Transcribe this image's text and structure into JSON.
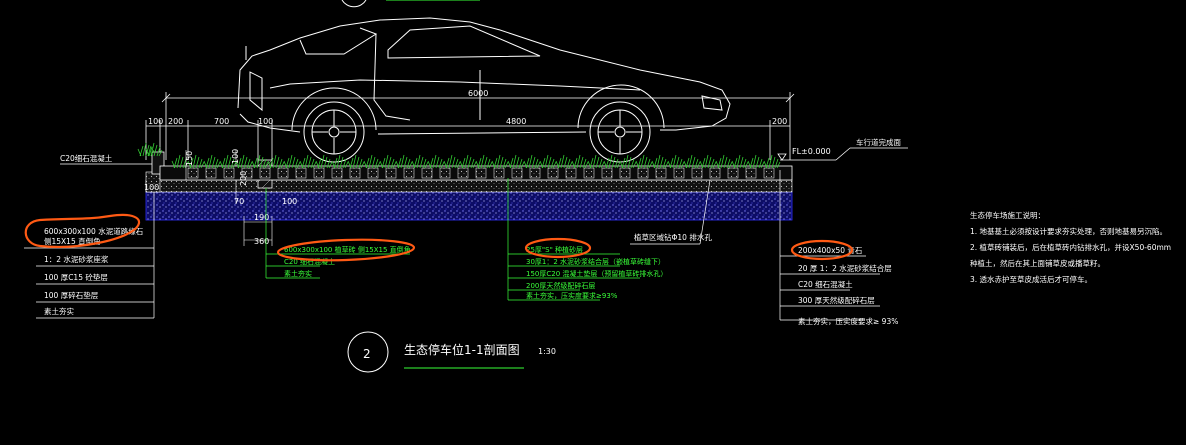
{
  "dimensions": {
    "overall": "6000",
    "d100a": "100",
    "d200a": "200",
    "d700": "700",
    "d100b": "100",
    "d4800": "4800",
    "d200b": "200",
    "v150": "150",
    "v100": "100",
    "v200": "200",
    "h100": "100",
    "h70": "70",
    "h100b": "100",
    "h190": "190",
    "h360": "360"
  },
  "level_label": "FL±0.000",
  "road_label": "车行道完成面",
  "left_top_label": "C20细石混凝土",
  "left_labels": [
    "600x300x100  水泥道路缘石\n侧15X15  直倒角",
    "1：2 水泥砂浆座浆",
    "100  厚C15  砼垫层",
    "100  厚碎石垫层",
    "素土夯实"
  ],
  "mid_left_labels": [
    "600x300x100 植草砖  侧15X15 直倒角",
    "C20 细石混凝土",
    "素土夯实"
  ],
  "mid_labels": [
    "25厚\"S\" 种植砂层",
    "30厚1：2 水泥砂浆结合层（嵌植草砖缝下）",
    "150厚C20 混凝土垫层（预留植草砖排水孔）",
    "200厚天然级配碎石层",
    "素土夯实，压实度要求≥93%"
  ],
  "drain_label": "植草区域钻Φ10 排水孔",
  "right_labels": [
    "200x400x50  青石",
    "20 厚 1：2 水泥砂浆结合层",
    "C20  细石混凝土",
    "300 厚天然级配碎石层",
    "素土夯实，压实度要求≥      93%"
  ],
  "notes": {
    "title": "生态停车场施工说明：",
    "items": [
      "1. 地基基土必须按设计要求夯实处理，否则地基易另沉陷。",
      "2. 植草砖铺装后，后在植草砖内钻排水孔，并设X50-60mm",
      "种植土，然后在其上面铺草皮或播草籽。",
      "3. 透水赤护至草皮成活后才可停车。"
    ]
  },
  "caption": {
    "number": "2",
    "title": "生态停车位1-1剖面图",
    "scale": "1:30"
  },
  "colors": {
    "background": "#000000",
    "lines": "#ffffff",
    "annotation": "#39ff39",
    "gravel": "#1a1acc",
    "highlight": "#ff5a14",
    "grass": "#33cc33"
  }
}
